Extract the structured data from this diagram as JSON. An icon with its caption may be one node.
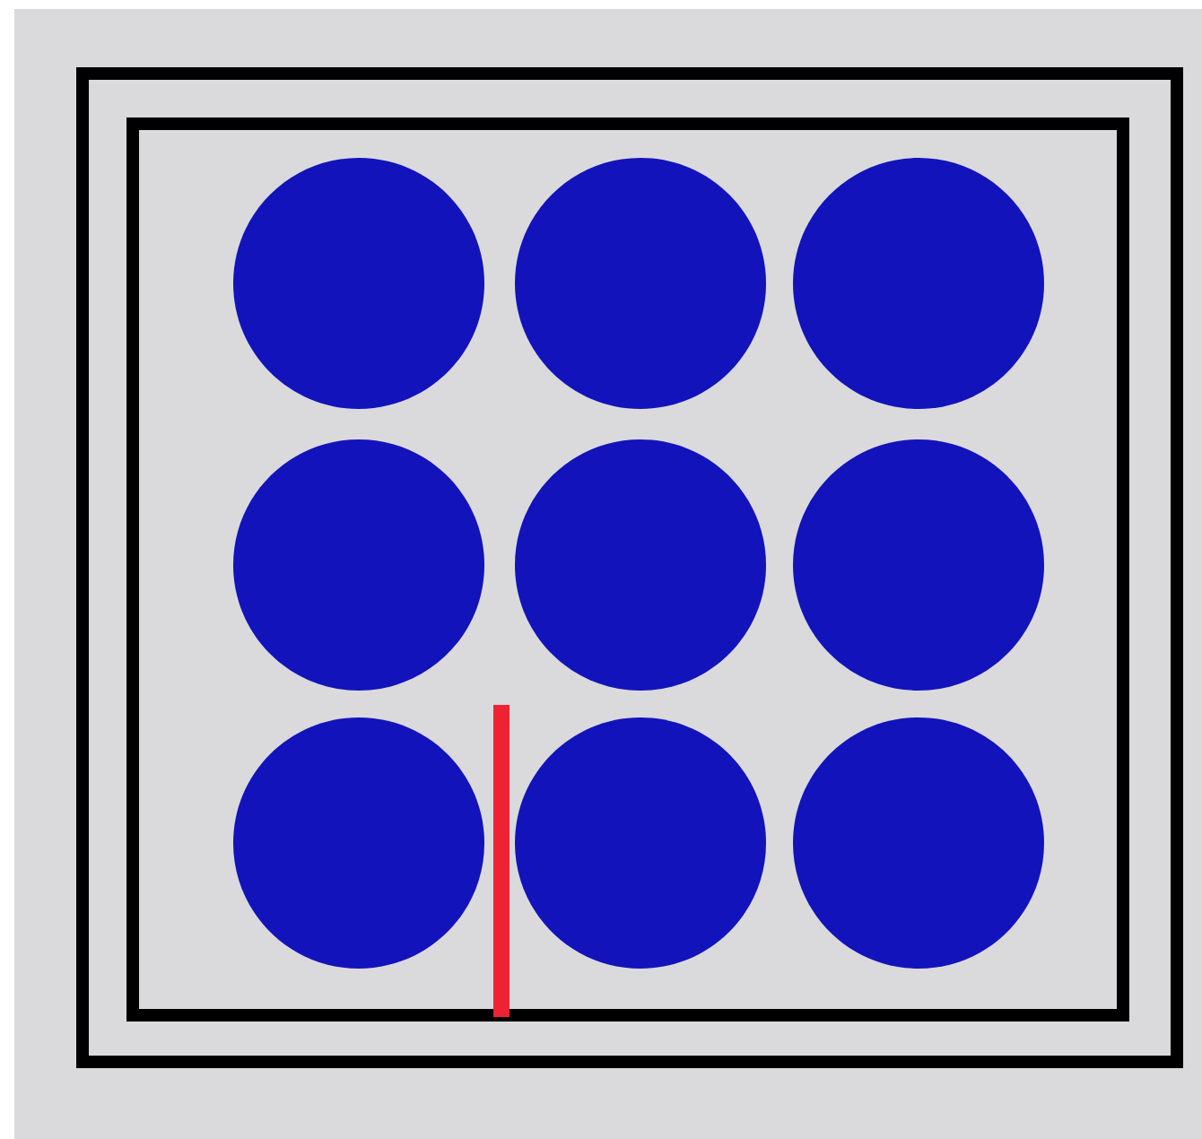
{
  "diagram": {
    "nodes": [
      {
        "text": [],
        "shape": "box"
      },
      {
        "text": [],
        "shape": "box",
        "in": 0
      },
      {
        "text": [],
        "shape": "circle",
        "in": 1
      },
      {
        "text": [],
        "shape": "circle",
        "in": 1
      },
      {
        "text": [],
        "shape": "circle",
        "in": 1
      },
      {
        "text": [],
        "shape": "circle",
        "in": 1
      },
      {
        "text": [],
        "shape": "circle",
        "in": 1
      },
      {
        "text": [],
        "shape": "circle",
        "in": 1
      },
      {
        "text": [],
        "shape": "circle",
        "in": 1
      },
      {
        "text": [],
        "shape": "circle",
        "in": 1
      },
      {
        "text": [],
        "shape": "circle",
        "in": 1
      }
    ]
  }
}
